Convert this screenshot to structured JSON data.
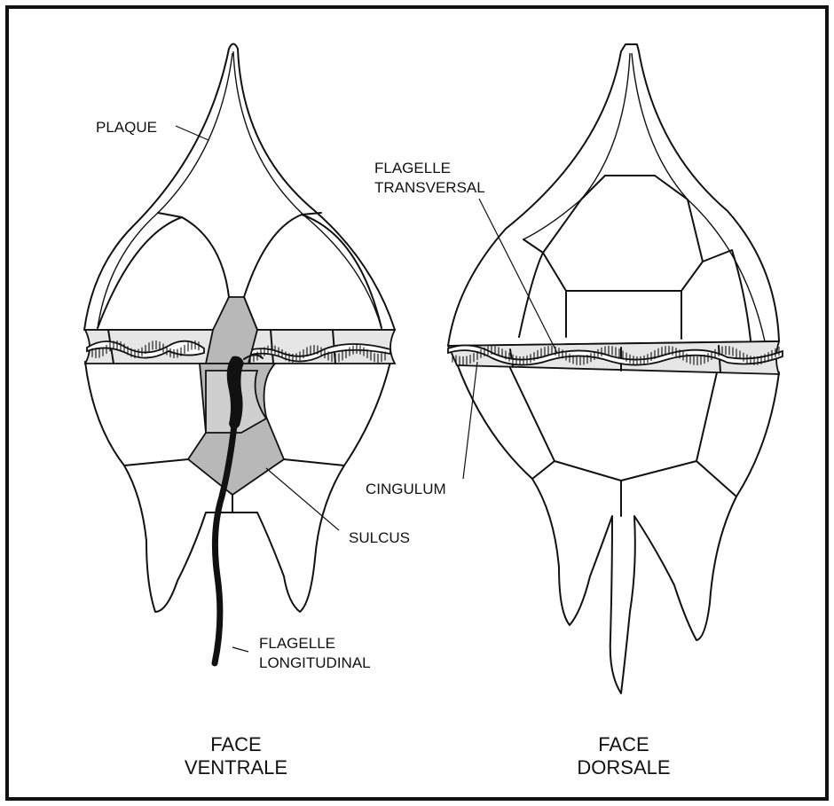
{
  "labels": {
    "plaque": "PLAQUE",
    "flagelle_transversal_1": "FLAGELLE",
    "flagelle_transversal_2": "TRANSVERSAL",
    "cingulum": "CINGULUM",
    "sulcus": "SULCUS",
    "flagelle_longitudinal_1": "FLAGELLE",
    "flagelle_longitudinal_2": "LONGITUDINAL"
  },
  "captions": {
    "ventral_1": "FACE",
    "ventral_2": "VENTRALE",
    "dorsal_1": "FACE",
    "dorsal_2": "DORSALE"
  },
  "colors": {
    "cingulum_fill": "#e6e6e6",
    "sulcus_fill": "#b8b8b8",
    "sulcus_light": "#cfcfcf",
    "flagellum": "#111111"
  }
}
